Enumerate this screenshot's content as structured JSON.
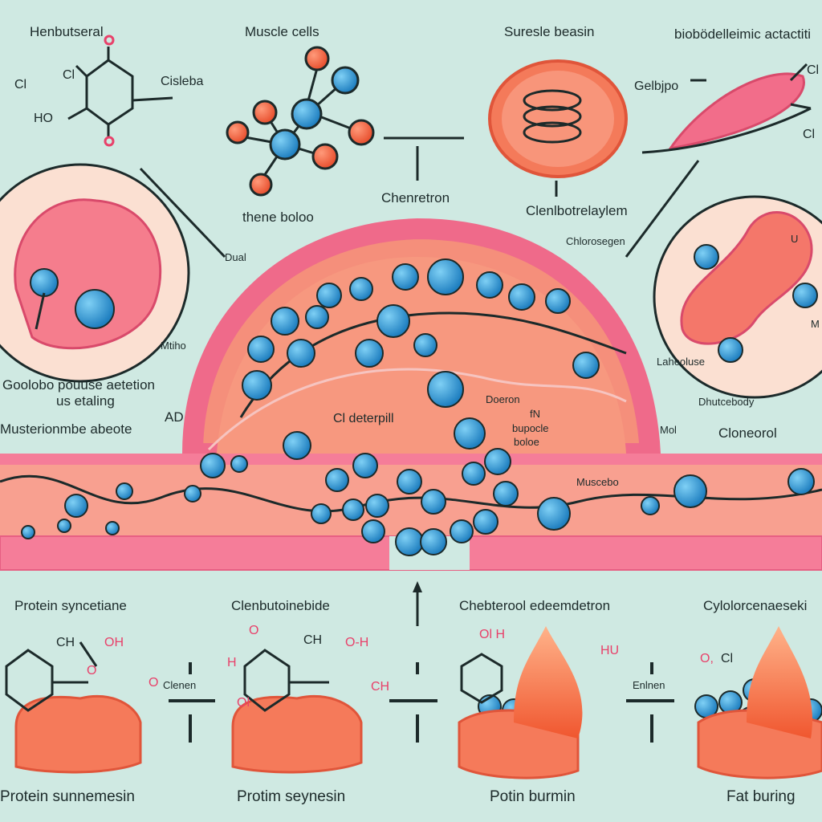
{
  "colors": {
    "background": "#cfe9e2",
    "muscle_pink": "#f07c8c",
    "tissue_orange": "#f59a7e",
    "molecule_blue": "#2b8fcf",
    "flame": "#f26b4a"
  },
  "top": {
    "label_1": "Henbutseral",
    "label_2": "Muscle cells",
    "label_3": "Suresle beasin",
    "label_4": "biobödelleimic actactiti",
    "chem_cl1": "Cl",
    "chem_cl2": "Cl",
    "chem_cisleba": "Cisleba",
    "chem_ho": "HO",
    "gelbjpo": "Gelbjpo",
    "chem_cl3": "Cl",
    "chem_cl4": "Cl"
  },
  "middle": {
    "chenretron": "Chenretron",
    "thene_boloo": "thene boloo",
    "clenlbotrelaylem": "Clenlbotrelaylem",
    "chlorosegen": "Chlorosegen",
    "left_caption_1": "Goolobo pouuse aetetion",
    "left_caption_2": "us etaling",
    "mtiho": "Mtiho",
    "dual": "Dual",
    "musterionmbe": "Musterionmbe abeote",
    "ad": "AD",
    "cl_deterpill": "Cl deterpill",
    "doeron": "Doeron",
    "bupocle_1": "fN",
    "bupocle_2": "bupocle",
    "bupocle_3": "boloe",
    "muscebo": "Muscebo",
    "mol": "Mol",
    "cloneorol": "Cloneorol",
    "dhutcebody": "Dhutcebody",
    "laheoluse": "Laheoluse",
    "m": "M",
    "u": "U"
  },
  "bottom": {
    "titles": [
      "Protein syncetiane",
      "Clenbutoinebide",
      "Chebterool edeemdetron",
      "Cylolorcenaeseki"
    ],
    "captions": [
      "Protein sunnemesin",
      "Protim seynesin",
      "Potin burmin",
      "Fat buring"
    ],
    "arrow_labels": [
      "Clenen",
      "Enlnen"
    ],
    "chem": {
      "ch1": "CH",
      "oh1": "OH",
      "o1": "O",
      "o2": "O",
      "h2": "H",
      "ch2": "CH",
      "oh2": "O-H",
      "o3": "O",
      "ch3": "CH",
      "ol": "Ol",
      "oh3": "Ol  H",
      "hu": "HU",
      "o4": "O,",
      "cl5": "Cl"
    }
  }
}
